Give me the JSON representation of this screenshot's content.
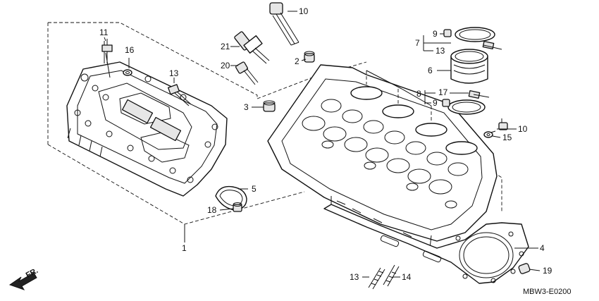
{
  "diagram": {
    "code": "MBW3-E0200",
    "front_arrow_label": "FR.",
    "callouts": [
      {
        "id": "c1",
        "label": "1"
      },
      {
        "id": "c2",
        "label": "2"
      },
      {
        "id": "c3",
        "label": "3"
      },
      {
        "id": "c4",
        "label": "4"
      },
      {
        "id": "c5",
        "label": "5"
      },
      {
        "id": "c6",
        "label": "6"
      },
      {
        "id": "c7",
        "label": "7"
      },
      {
        "id": "c8",
        "label": "8"
      },
      {
        "id": "c9a",
        "label": "9"
      },
      {
        "id": "c9b",
        "label": "9"
      },
      {
        "id": "c10",
        "label": "10"
      },
      {
        "id": "c11",
        "label": "11"
      },
      {
        "id": "c12",
        "label": "12"
      },
      {
        "id": "c13a",
        "label": "13"
      },
      {
        "id": "c13b",
        "label": "13"
      },
      {
        "id": "c14a",
        "label": "14"
      },
      {
        "id": "c14b",
        "label": "14"
      },
      {
        "id": "c15",
        "label": "15"
      },
      {
        "id": "c16",
        "label": "16"
      },
      {
        "id": "c17",
        "label": "17"
      },
      {
        "id": "c18",
        "label": "18"
      },
      {
        "id": "c19",
        "label": "19"
      },
      {
        "id": "c20",
        "label": "20"
      },
      {
        "id": "c21",
        "label": "21"
      }
    ]
  }
}
